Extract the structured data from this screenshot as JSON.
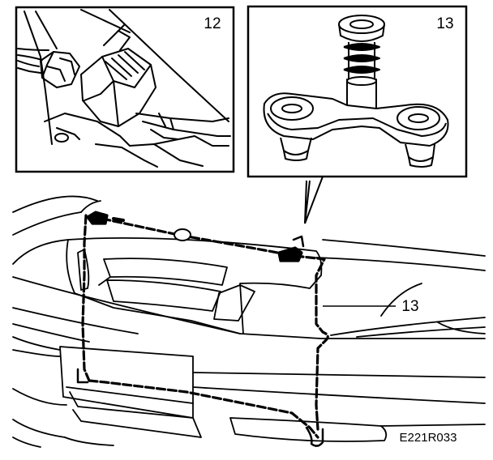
{
  "panels": {
    "left": {
      "number": "12"
    },
    "right": {
      "number": "13"
    }
  },
  "callout": {
    "label": "13"
  },
  "figure_code": "E221R033",
  "colors": {
    "ink": "#000000",
    "paper": "#ffffff"
  }
}
